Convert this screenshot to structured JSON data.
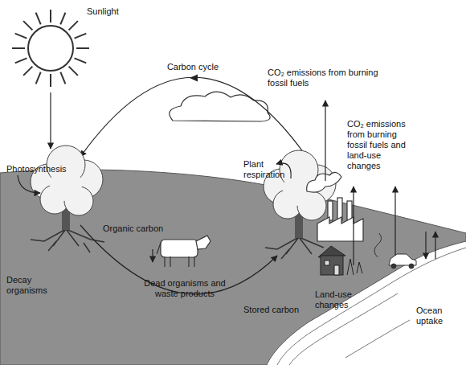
{
  "diagram": {
    "labels": [
      "Sunlight",
      "Carbon cycle",
      "CO₂ emissions from burning fossil fuels",
      "CO₂ emissions from burning fossil fuels and land-use changes",
      "Photosynthesis",
      "Plant respiration",
      "Organic carbon",
      "Decay organisms",
      "Dead organisms and waste products",
      "Stored carbon",
      "Land-use changes",
      "Ocean uptake"
    ]
  }
}
